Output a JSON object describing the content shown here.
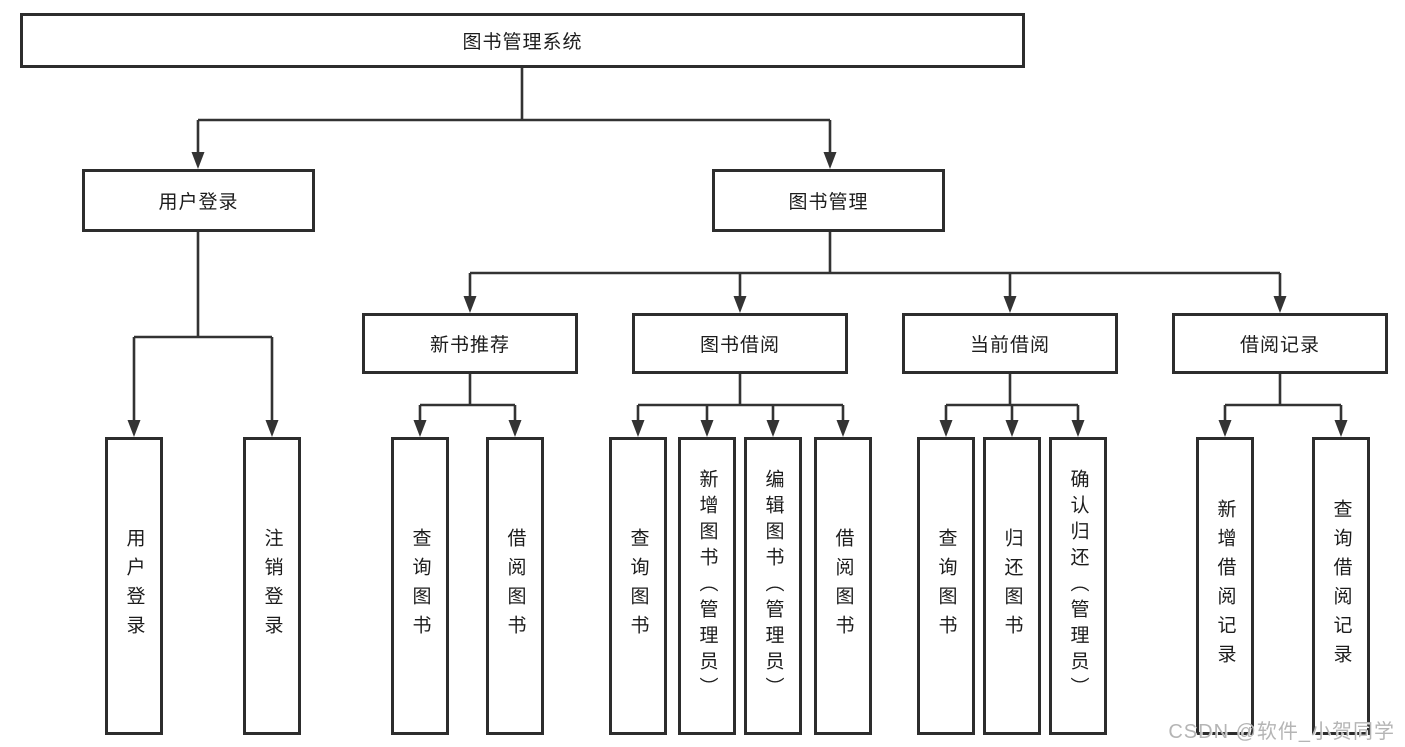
{
  "nodes": {
    "root": "图书管理系统",
    "userLogin": "用户登录",
    "bookMgmt": "图书管理",
    "newBookRec": "新书推荐",
    "bookBorrow": "图书借阅",
    "currentBorrow": "当前借阅",
    "borrowRecords": "借阅记录",
    "leafUserLogin": "用户登录",
    "leafLogout": "注销登录",
    "leafNbrQuery": "查询图书",
    "leafNbrBorrow": "借阅图书",
    "leafBbQuery": "查询图书",
    "leafBbAdd": "新增图书（管理员）",
    "leafBbEdit": "编辑图书（管理员）",
    "leafBbBorrow": "借阅图书",
    "leafCbQuery": "查询图书",
    "leafCbReturn": "归还图书",
    "leafCbConfirm": "确认归还（管理员）",
    "leafBrAdd": "新增借阅记录",
    "leafBrQuery": "查询借阅记录"
  },
  "hierarchy": {
    "图书管理系统": [
      "用户登录",
      "图书管理"
    ],
    "用户登录": [
      "用户登录",
      "注销登录"
    ],
    "图书管理": [
      "新书推荐",
      "图书借阅",
      "当前借阅",
      "借阅记录"
    ],
    "新书推荐": [
      "查询图书",
      "借阅图书"
    ],
    "图书借阅": [
      "查询图书",
      "新增图书（管理员）",
      "编辑图书（管理员）",
      "借阅图书"
    ],
    "当前借阅": [
      "查询图书",
      "归还图书",
      "确认归还（管理员）"
    ],
    "借阅记录": [
      "新增借阅记录",
      "查询借阅记录"
    ]
  },
  "watermark": "CSDN @软件_小贺同学",
  "colors": {
    "border": "#2d2d2d",
    "line": "#333333",
    "text": "#1c1c1c",
    "background": "#ffffff",
    "watermark": "#b5b5b5"
  }
}
